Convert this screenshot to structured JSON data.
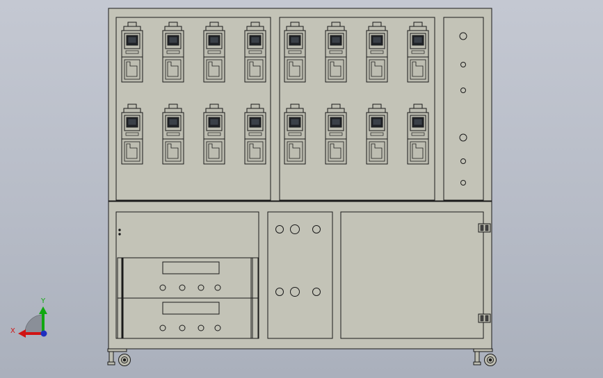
{
  "viewport": {
    "background_top": "#c4c8d2",
    "background_bottom": "#aab0bc"
  },
  "cabinet": {
    "face_color": "#c3c3b7",
    "line_color": "#1a1a1a",
    "module_color": "#bdbdb1",
    "window_color": "#20242a"
  },
  "meter_bank": {
    "groups": 2,
    "rows_per_group": 2,
    "meters_per_row": 4,
    "total_meters": 16
  },
  "side_panel": {
    "indicator_count": 6
  },
  "control_units": {
    "count": 2,
    "knobs_per_unit": 4
  },
  "center_panel": {
    "rows": 2,
    "knobs_per_row": 3
  },
  "right_door": {
    "hinges": 2
  },
  "casters": {
    "count": 2
  },
  "triad": {
    "x_label": "X",
    "y_label": "Y",
    "x_color": "#d01414",
    "y_color": "#11a811",
    "z_color": "#1f2fbf"
  }
}
